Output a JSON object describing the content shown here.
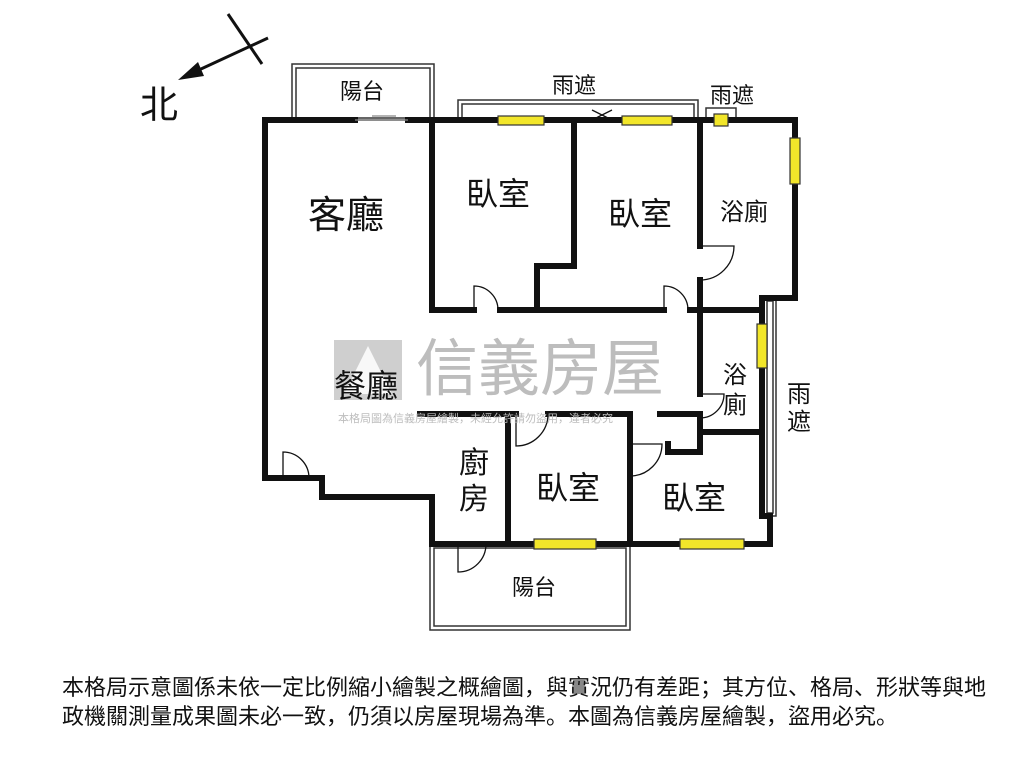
{
  "compass": {
    "label": "北"
  },
  "rooms": {
    "living_room": "客廳",
    "bedroom_1": "臥室",
    "bedroom_2": "臥室",
    "bathroom_1": "浴廁",
    "dining_room": "餐廳",
    "bathroom_2": "浴廁",
    "kitchen": "廚房",
    "bedroom_3": "臥室",
    "bedroom_4": "臥室"
  },
  "exterior": {
    "balcony_top": "陽台",
    "balcony_bottom": "陽台",
    "canopy_top": "雨遮",
    "canopy_top_right": "雨遮",
    "canopy_right": "雨遮"
  },
  "watermark": {
    "brand": "信義房屋",
    "notice": "本格局圖為信義房屋繪製，未經允許請勿盜用，違者必究"
  },
  "disclaimer": "本格局示意圖係未依一定比例縮小繪製之概繪圖，與實況仍有差距；其方位、格局、形狀等與地政機關測量成果圖未必一致，仍須以房屋現場為準。本圖為信義房屋繪製，盜用必究。",
  "colors": {
    "wall": "#111111",
    "window_fill": "#f2e62a",
    "watermark": "#bdbdbd"
  }
}
